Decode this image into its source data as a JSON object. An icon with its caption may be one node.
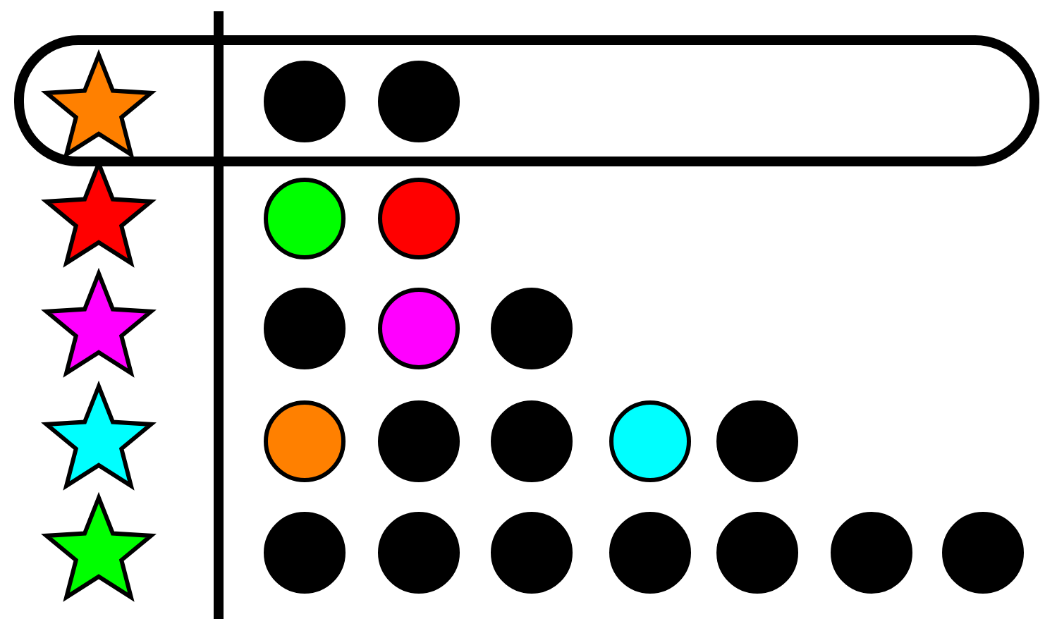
{
  "diagram": {
    "nodes": [
      {
        "text": [],
        "shape": "box"
      },
      {
        "text": [],
        "shape": "star",
        "in": 0
      },
      {
        "text": [],
        "shape": "circle",
        "in": 0
      },
      {
        "text": [],
        "shape": "circle",
        "in": 0
      },
      {
        "text": [],
        "shape": "star"
      },
      {
        "text": [],
        "shape": "circle"
      },
      {
        "text": [],
        "shape": "circle"
      },
      {
        "text": [],
        "shape": "star"
      },
      {
        "text": [],
        "shape": "circle"
      },
      {
        "text": [],
        "shape": "circle"
      },
      {
        "text": [],
        "shape": "circle"
      },
      {
        "text": [],
        "shape": "star"
      },
      {
        "text": [],
        "shape": "circle"
      },
      {
        "text": [],
        "shape": "circle"
      },
      {
        "text": [],
        "shape": "circle"
      },
      {
        "text": [],
        "shape": "circle"
      },
      {
        "text": [],
        "shape": "circle"
      },
      {
        "text": [],
        "shape": "star"
      },
      {
        "text": [],
        "shape": "circle"
      },
      {
        "text": [],
        "shape": "circle"
      },
      {
        "text": [],
        "shape": "circle"
      },
      {
        "text": [],
        "shape": "circle"
      },
      {
        "text": [],
        "shape": "circle"
      },
      {
        "text": [],
        "shape": "circle"
      },
      {
        "text": [],
        "shape": "circle"
      }
    ]
  }
}
